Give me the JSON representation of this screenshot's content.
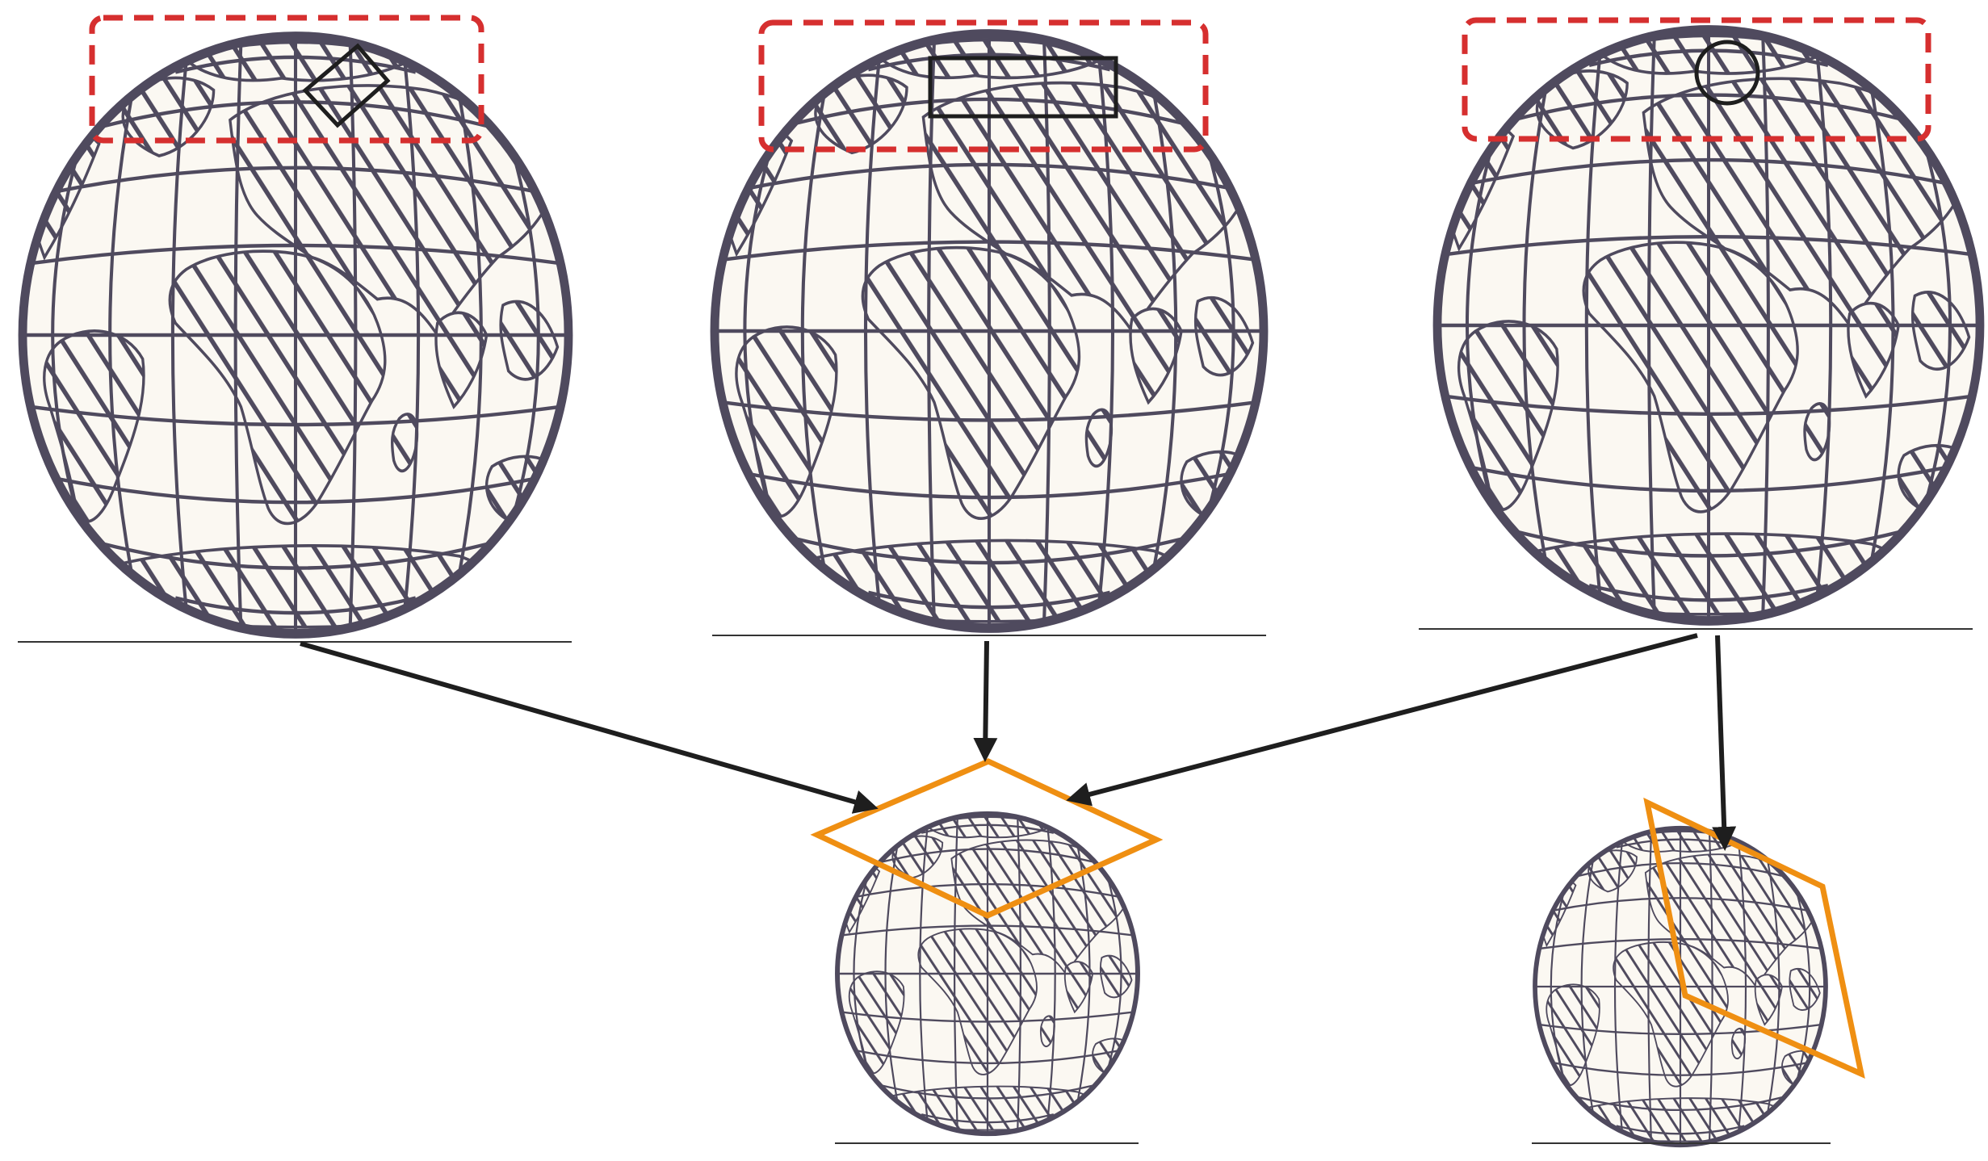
{
  "colors": {
    "background": "#ffffff",
    "globe_fill": "#fbf8f2",
    "globe_stroke": "#4f4a5e",
    "land_hatch": "#4f4a5e",
    "graticule": "#4f4a5e",
    "ground_line": "#333333",
    "highlight_band": "#d62f2f",
    "selection_shape": "#1e1e1e",
    "result_outline": "#ef8f12",
    "arrow": "#1e1e1e"
  },
  "diagram": {
    "top_row": [
      {
        "id": "globe-1",
        "selection": "diamond",
        "band": "dashed-red-rectangle"
      },
      {
        "id": "globe-2",
        "selection": "rectangle",
        "band": "dashed-red-rectangle"
      },
      {
        "id": "globe-3",
        "selection": "circle",
        "band": "dashed-red-rectangle"
      }
    ],
    "bottom_row": [
      {
        "id": "result-1",
        "outline": "diamond"
      },
      {
        "id": "result-2",
        "outline": "parallelogram"
      }
    ],
    "arrows": [
      {
        "from": "globe-1",
        "to": "result-1"
      },
      {
        "from": "globe-2",
        "to": "result-1"
      },
      {
        "from": "globe-3",
        "to": "result-1"
      },
      {
        "from": "globe-3",
        "to": "result-2"
      }
    ]
  },
  "icons": {
    "globe": "globe-icon",
    "arrow": "arrow-icon"
  }
}
